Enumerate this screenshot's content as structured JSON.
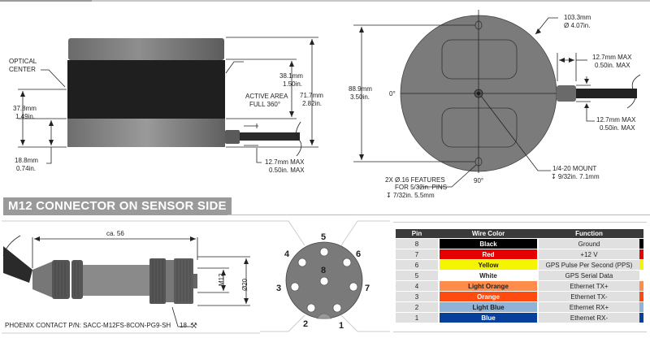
{
  "side_view": {
    "optical_center_label": [
      "OPTICAL",
      "CENTER"
    ],
    "active_area_label": [
      "ACTIVE AREA",
      "FULL 360°"
    ],
    "dim_optical_height": [
      "37.8mm",
      "1.49in."
    ],
    "dim_base_height": [
      "18.8mm",
      "0.74in."
    ],
    "dim_active_height": [
      "38.1mm",
      "1.50in."
    ],
    "dim_total_height": [
      "71.7mm",
      "2.82in."
    ],
    "dim_cable_max": [
      "12.7mm MAX",
      "0.50in. MAX"
    ]
  },
  "top_view": {
    "dim_diameter": [
      "103.3mm",
      "Ø 4.07in."
    ],
    "dim_pin_spacing": [
      "88.9mm",
      "3.50in."
    ],
    "dim_connector_len": [
      "12.7mm MAX",
      "0.50in. MAX"
    ],
    "dim_connector_dia": [
      "12.7mm MAX",
      "0.50in. MAX"
    ],
    "angle_0": "0°",
    "angle_90": "90°",
    "mount_label": [
      "1/4-20 MOUNT",
      "↧ 9/32in.  7.1mm"
    ],
    "features_label": [
      "2X Ø.16 FEATURES",
      "FOR 5/32in. PINS",
      "↧ 7/32in.  5.5mm"
    ]
  },
  "connector_section": {
    "title": "M12 CONNECTOR ON SENSOR SIDE",
    "dim_length": "ca. 56",
    "dim_thread": "M12",
    "dim_outer": "Ø20",
    "dim_wrench": "18",
    "part_number": "PHOENIX CONTACT P/N: SACC-M12FS-8CON-PG9-SH"
  },
  "pinout": {
    "pins": [
      "1",
      "2",
      "3",
      "4",
      "5",
      "6",
      "7",
      "8"
    ]
  },
  "pin_table": {
    "headers": [
      "Pin",
      "Wire Color",
      "Function"
    ],
    "rows": [
      {
        "pin": "8",
        "color_name": "Black",
        "function": "Ground",
        "color": "#000000",
        "text": "#ffffff"
      },
      {
        "pin": "7",
        "color_name": "Red",
        "function": "+12 V",
        "color": "#e60000",
        "text": "#ffffff"
      },
      {
        "pin": "6",
        "color_name": "Yellow",
        "function": "GPS Pulse Per Second (PPS)",
        "color": "#f5f500",
        "text": "#222222"
      },
      {
        "pin": "5",
        "color_name": "White",
        "function": "GPS Serial Data",
        "color": "#ffffff",
        "text": "#222222"
      },
      {
        "pin": "4",
        "color_name": "Light Orange",
        "function": "Ethernet TX+",
        "color": "#ff8c4a",
        "text": "#222222"
      },
      {
        "pin": "3",
        "color_name": "Orange",
        "function": "Ethernet TX-",
        "color": "#ff4a10",
        "text": "#ffffff"
      },
      {
        "pin": "2",
        "color_name": "Light Blue",
        "function": "Ethernet RX+",
        "color": "#8fb3d6",
        "text": "#222222"
      },
      {
        "pin": "1",
        "color_name": "Blue",
        "function": "Ethernet RX-",
        "color": "#073f9c",
        "text": "#ffffff"
      }
    ]
  }
}
